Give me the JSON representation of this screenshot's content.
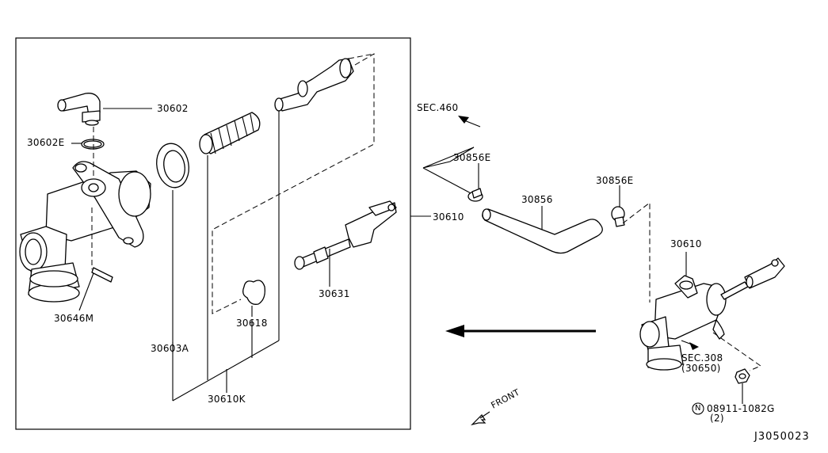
{
  "labels": {
    "p30602": "30602",
    "p30602E": "30602E",
    "p30646M": "30646M",
    "p30603A": "30603A",
    "p30610K": "30610K",
    "p30618": "30618",
    "p30631": "30631",
    "p30610_main": "30610",
    "sec460": "SEC.460",
    "p30856E_a": "30856E",
    "p30856": "30856",
    "p30856E_b": "30856E",
    "p30610_small": "30610",
    "sec308": "SEC.308",
    "sec308_sub": "(30650)",
    "nut_code": "08911-1082G",
    "nut_qty": "(2)",
    "front": "FRONT",
    "diagram_id": "J3050023"
  },
  "nut_marker": "N",
  "colors": {
    "ink": "#000000",
    "paper": "#ffffff"
  }
}
